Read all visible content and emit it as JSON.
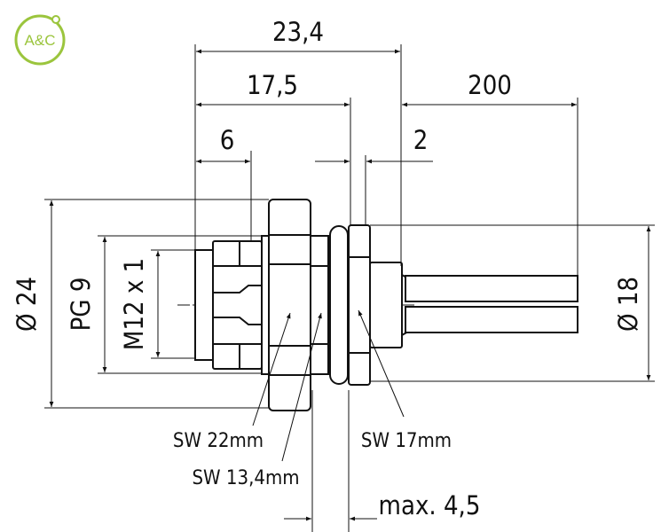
{
  "logo": {
    "text": "A&C",
    "color": "#9bc53d"
  },
  "dimensions": {
    "overall_length": "23,4",
    "body_length": "17,5",
    "front_depth": "6",
    "cable_length": "200",
    "flange_gap": "2",
    "outer_diameter": "Ø 24",
    "thread_pg": "PG 9",
    "thread_m12": "M12 x 1",
    "rear_diameter": "Ø 18",
    "panel_thickness": "max. 4,5"
  },
  "wrench_sizes": {
    "front_nut": "SW 22mm",
    "body_hex": "SW 13,4mm",
    "rear_nut": "SW 17mm"
  },
  "colors": {
    "line": "#111111",
    "background": "#ffffff"
  }
}
